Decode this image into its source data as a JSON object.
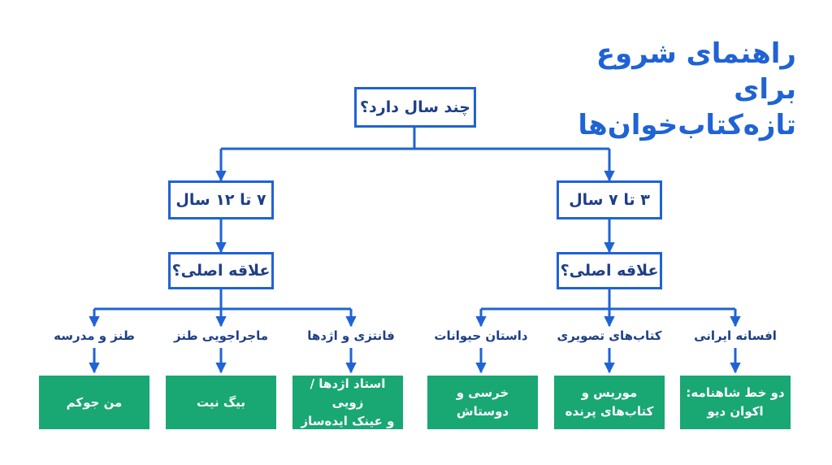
{
  "title": {
    "line1": "راهنمای شروع برای",
    "line2": "تازه‌کتاب‌خوان‌ها"
  },
  "root_question": "چند سال دارد؟",
  "age_groups": [
    {
      "label": "۳ تا ۷ سال",
      "question": "علاقه اصلی؟",
      "interests": [
        {
          "label": "افسانه ایرانی",
          "book": "دو خط شاهنامه:\nاکوان دیو"
        },
        {
          "label": "کتاب‌های تصویری",
          "book": "موریس و\nکتاب‌های پرنده"
        },
        {
          "label": "داستان حیوانات",
          "book": "خرسی و\nدوستاش"
        }
      ]
    },
    {
      "label": "۷ تا ۱۲ سال",
      "question": "علاقه اصلی؟",
      "interests": [
        {
          "label": "فانتزی و اژدها",
          "book": "استاد اژدها / زویی\nو عینک ایده‌ساز"
        },
        {
          "label": "ماجراجویی طنز",
          "book": "بیگ نیت"
        },
        {
          "label": "طنز و مدرسه",
          "book": "من جوکم"
        }
      ]
    }
  ],
  "colors": {
    "accent": "#1f63d4",
    "text": "#1e3f86",
    "book_fill": "#19a773",
    "book_text": "#ffffff"
  }
}
